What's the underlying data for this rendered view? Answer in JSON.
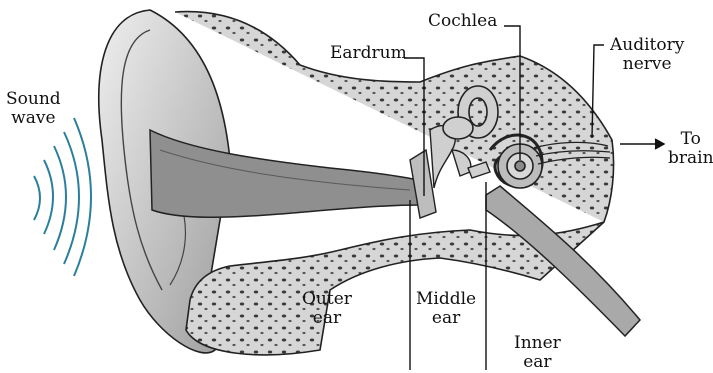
{
  "labels": {
    "sound_wave": [
      "Sound",
      "wave"
    ],
    "eardrum": "Eardrum",
    "cochlea": "Cochlea",
    "auditory_nerve": [
      "Auditory",
      "nerve"
    ],
    "to_brain": [
      "To",
      "brain"
    ],
    "outer_ear": [
      "Outer",
      "ear"
    ],
    "middle_ear": [
      "Middle",
      "ear"
    ],
    "inner_ear": [
      "Inner",
      "ear"
    ]
  },
  "colors": {
    "sound_wave": "#2b7f9c",
    "ink": "#111111",
    "tissue": "#d9d9d9",
    "canal": "#8f8f8f",
    "bone": "#c8c8c8"
  }
}
